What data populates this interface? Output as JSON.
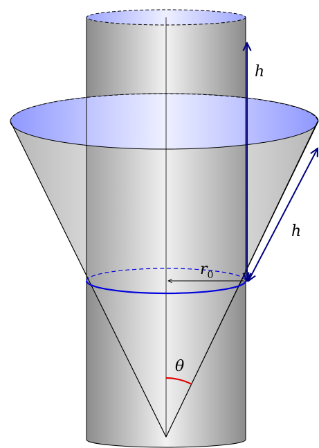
{
  "diagram": {
    "labels": {
      "height_vertical": "h",
      "height_slant": "h",
      "radius_symbol": "r",
      "radius_subscript": "0",
      "angle": "θ"
    },
    "colors": {
      "cylinder_side_dark": "#8c8c8c",
      "cylinder_side_light": "#f2f2f2",
      "top_fill_light": "#eef0ff",
      "top_fill_blue": "#9da5ff",
      "intersection_circle": "#0000dd",
      "dimension_arrow": "#000080",
      "angle_arc": "#e00000",
      "outline": "#000000"
    }
  }
}
